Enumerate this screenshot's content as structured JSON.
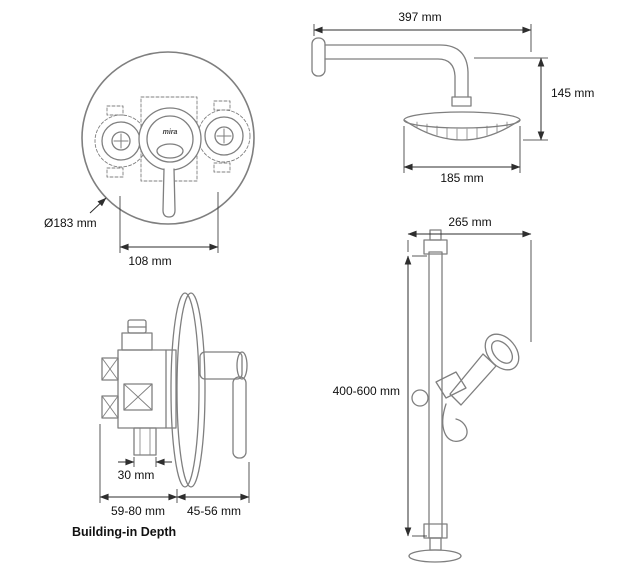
{
  "colors": {
    "background": "#ffffff",
    "object_line": "#7f7f7f",
    "dimension_line": "#2e2e2e",
    "text": "#111111"
  },
  "valve_front": {
    "brand": "mira",
    "diameter_label": "Ø183 mm",
    "width_label": "108 mm"
  },
  "overhead_shower": {
    "arm_length_label": "397 mm",
    "drop_label": "145 mm",
    "head_diameter_label": "185 mm"
  },
  "valve_side": {
    "stub_label": "30 mm",
    "depth_rear_label": "59-80 mm",
    "depth_front_label": "45-56 mm",
    "caption": "Building-in Depth"
  },
  "slide_rail": {
    "reach_label": "265 mm",
    "height_label": "400-600 mm"
  }
}
